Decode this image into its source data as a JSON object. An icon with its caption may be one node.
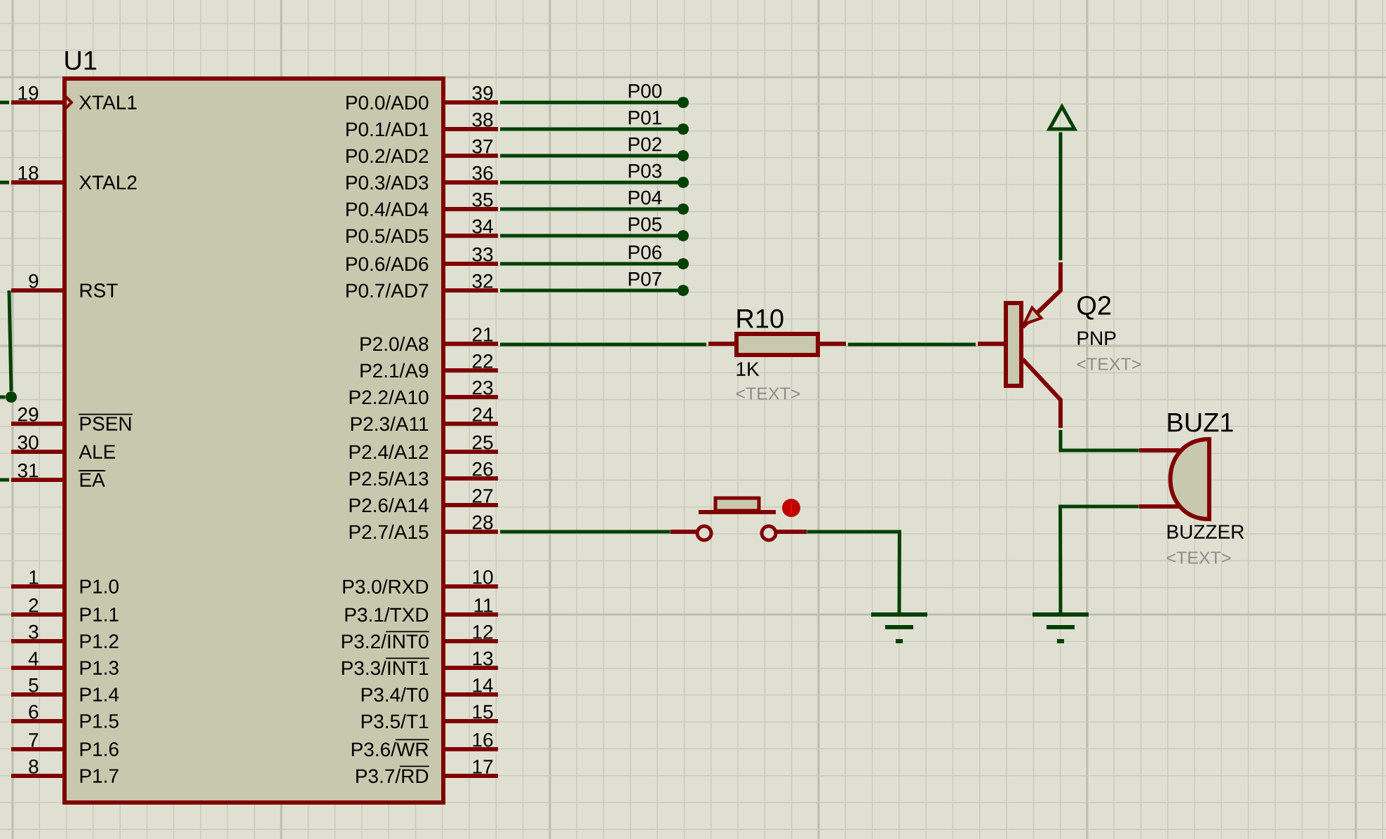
{
  "diagram": {
    "nodes": [
      {
        "text": [
          "U1"
        ]
      },
      {
        "text": [
          "R10"
        ],
        "beside": [
          "1K",
          "<TEXT>"
        ]
      },
      {
        "text": [
          "Q2",
          "PNP",
          "<TEXT>"
        ]
      },
      {
        "text": [
          "BUZ1"
        ],
        "beside": [
          "BUZZER",
          "<TEXT>"
        ]
      },
      {
        "text": [],
        "shape": "switch"
      },
      {
        "text": [],
        "shape": "triangle"
      },
      {
        "text": [],
        "shape": "ground"
      },
      {
        "text": [],
        "shape": "ground"
      },
      {
        "text": [
          "P00"
        ]
      },
      {
        "text": [
          "P01"
        ]
      },
      {
        "text": [
          "P02"
        ]
      },
      {
        "text": [
          "P03"
        ]
      },
      {
        "text": [
          "P04"
        ]
      },
      {
        "text": [
          "P05"
        ]
      },
      {
        "text": [
          "P06"
        ]
      },
      {
        "text": [
          "P07"
        ]
      },
      {
        "text": [],
        "shape": "circle"
      }
    ],
    "edges": [
      {
        "from": 0,
        "to": 8,
        "arrow": "other"
      },
      {
        "from": 0,
        "to": 9,
        "arrow": "other"
      },
      {
        "from": 0,
        "to": 10,
        "arrow": "other"
      },
      {
        "from": 0,
        "to": 11,
        "arrow": "other"
      },
      {
        "from": 0,
        "to": 12,
        "arrow": "other"
      },
      {
        "from": 0,
        "to": 13,
        "arrow": "other"
      },
      {
        "from": 0,
        "to": 14,
        "arrow": "other"
      },
      {
        "from": 0,
        "to": 15,
        "arrow": "other"
      },
      {
        "from": 0,
        "to": 1,
        "arrow": "none"
      },
      {
        "from": 1,
        "to": 2,
        "arrow": "none"
      },
      {
        "from": 2,
        "to": 5,
        "arrow": "none"
      },
      {
        "from": 2,
        "to": 3,
        "arrow": "none"
      },
      {
        "from": 3,
        "to": 7,
        "arrow": "none"
      },
      {
        "from": 0,
        "to": 4,
        "arrow": "none"
      },
      {
        "from": 4,
        "to": 6,
        "arrow": "none"
      },
      {
        "from": null,
        "to": 0,
        "arrow": "none"
      },
      {
        "from": null,
        "to": 0,
        "arrow": "none"
      },
      {
        "from": 16,
        "to": 0,
        "arrow": "none"
      },
      {
        "from": null,
        "to": 0,
        "arrow": "none"
      },
      {
        "from": null,
        "to": 16,
        "arrow": "none"
      }
    ],
    "labels": [
      "19",
      "XTAL1",
      "18",
      "XTAL2",
      "9",
      "RST",
      "29",
      "PSEN",
      "30",
      "ALE",
      "31",
      "EA",
      "1",
      "P1.0",
      "2",
      "P1.1",
      "3",
      "P1.2",
      "4",
      "P1.3",
      "5",
      "P1.4",
      "6",
      "P1.5",
      "7",
      "P1.6",
      "8",
      "P1.7",
      "39",
      "P0.0/AD0",
      "38",
      "P0.1/AD1",
      "37",
      "P0.2/AD2",
      "36",
      "P0.3/AD3",
      "35",
      "P0.4/AD4",
      "34",
      "P0.5/AD5",
      "33",
      "P0.6/AD6",
      "32",
      "P0.7/AD7",
      "21",
      "P2.0/A8",
      "22",
      "P2.1/A9",
      "23",
      "P2.2/A10",
      "24",
      "P2.3/A11",
      "25",
      "P2.4/A12",
      "26",
      "P2.5/A13",
      "27",
      "P2.6/A14",
      "28",
      "P2.7/A15",
      "10",
      "P3.0/RXD",
      "11",
      "P3.1/TXD",
      "12",
      "P3.2/INT0",
      "13",
      "P3.3/INT1",
      "14",
      "P3.4/T0",
      "15",
      "P3.5/T1",
      "16",
      "P3.6/WR",
      "17",
      "P3.7/RD"
    ]
  }
}
